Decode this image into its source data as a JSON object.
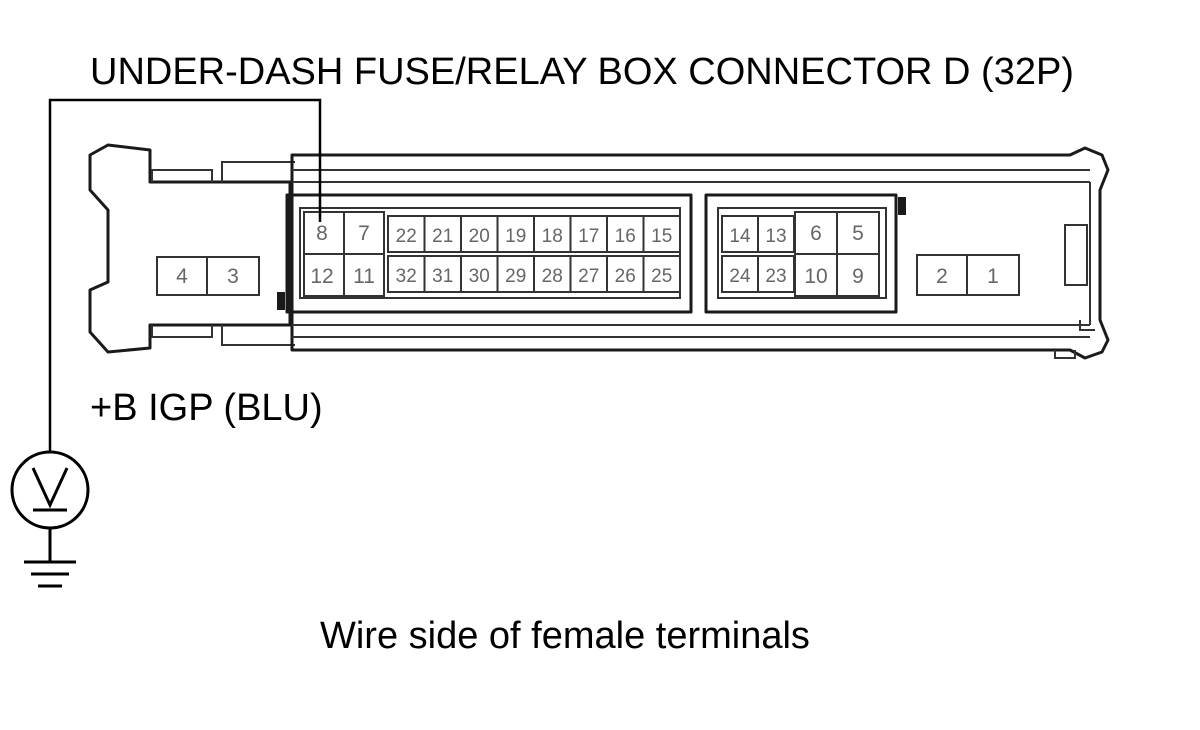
{
  "title": "UNDER-DASH FUSE/RELAY BOX CONNECTOR D (32P)",
  "wire_label": "+B IGP (BLU)",
  "caption": "Wire side of female terminals",
  "meter_symbol": "V",
  "connector": {
    "left_cavity": {
      "top": [],
      "bottom": [
        "4",
        "3"
      ]
    },
    "block_a": {
      "large_top": [
        "8",
        "7"
      ],
      "large_bottom": [
        "12",
        "11"
      ],
      "small_top": [
        "22",
        "21",
        "20",
        "19",
        "18",
        "17",
        "16",
        "15"
      ],
      "small_bottom": [
        "32",
        "31",
        "30",
        "29",
        "28",
        "27",
        "26",
        "25"
      ]
    },
    "block_b": {
      "small_top": [
        "14",
        "13"
      ],
      "small_bottom": [
        "24",
        "23"
      ],
      "large_top": [
        "6",
        "5"
      ],
      "large_bottom": [
        "10",
        "9"
      ]
    },
    "right_cavity": [
      "2",
      "1"
    ]
  },
  "probe_terminal": "8",
  "colors": {
    "line": "#1a1a1a",
    "pin_text": "#666666",
    "background": "#ffffff"
  }
}
